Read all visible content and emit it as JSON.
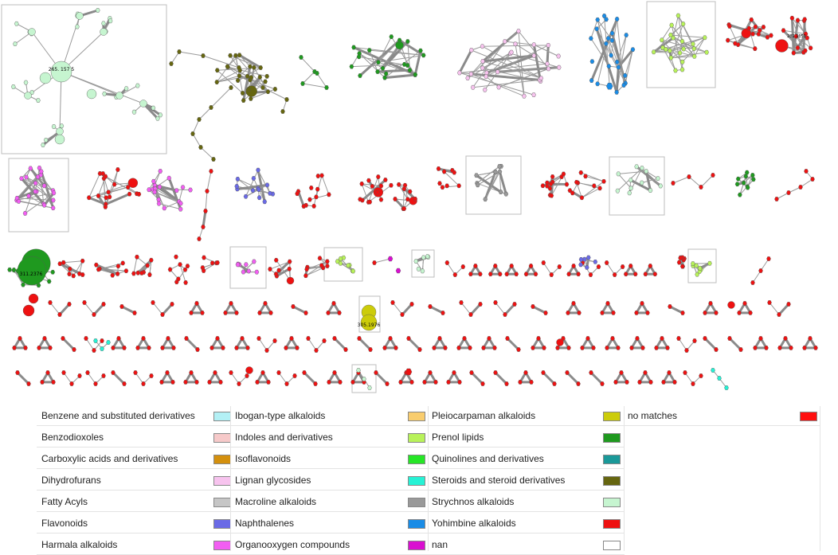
{
  "network": {
    "node_labels": {
      "cluster_a_main": "265. 157 5",
      "cluster_r1_main": "281.1151",
      "cluster_g_main": "311.2376",
      "cluster_y_main": "305.1976"
    }
  },
  "legend": {
    "items": [
      {
        "label": "Benzene and substituted derivatives",
        "color": "#b3f0f5"
      },
      {
        "label": "Benzodioxoles",
        "color": "#f6c9c9"
      },
      {
        "label": "Carboxylic acids and derivatives",
        "color": "#d4900e"
      },
      {
        "label": "Dihydrofurans",
        "color": "#f7c3ee"
      },
      {
        "label": "Fatty Acyls",
        "color": "#c6c6c6"
      },
      {
        "label": "Flavonoids",
        "color": "#6a6ae6"
      },
      {
        "label": "Harmala alkaloids",
        "color": "#f25ef2"
      },
      {
        "label": "Ibogan-type alkaloids",
        "color": "#f9cd6e"
      },
      {
        "label": "Indoles and derivatives",
        "color": "#b8f25a"
      },
      {
        "label": "Isoflavonoids",
        "color": "#26e626"
      },
      {
        "label": "Lignan glycosides",
        "color": "#26f2d5"
      },
      {
        "label": "Macroline alkaloids",
        "color": "#999999"
      },
      {
        "label": "Naphthalenes",
        "color": "#1a8ce6"
      },
      {
        "label": "Organooxygen compounds",
        "color": "#d90fd0"
      },
      {
        "label": "Pleiocarpaman alkaloids",
        "color": "#cccc0a"
      },
      {
        "label": "Prenol lipids",
        "color": "#1f991f"
      },
      {
        "label": "Quinolines and derivatives",
        "color": "#1a9999"
      },
      {
        "label": "Steroids and steroid derivatives",
        "color": "#666610"
      },
      {
        "label": "Strychnos alkaloids",
        "color": "#c6f5d0"
      },
      {
        "label": "Yohimbine alkaloids",
        "color": "#ee1111"
      },
      {
        "label": "nan",
        "color": "#ffffff"
      },
      {
        "label": "no matches",
        "color": "#ff0f0f"
      }
    ]
  }
}
